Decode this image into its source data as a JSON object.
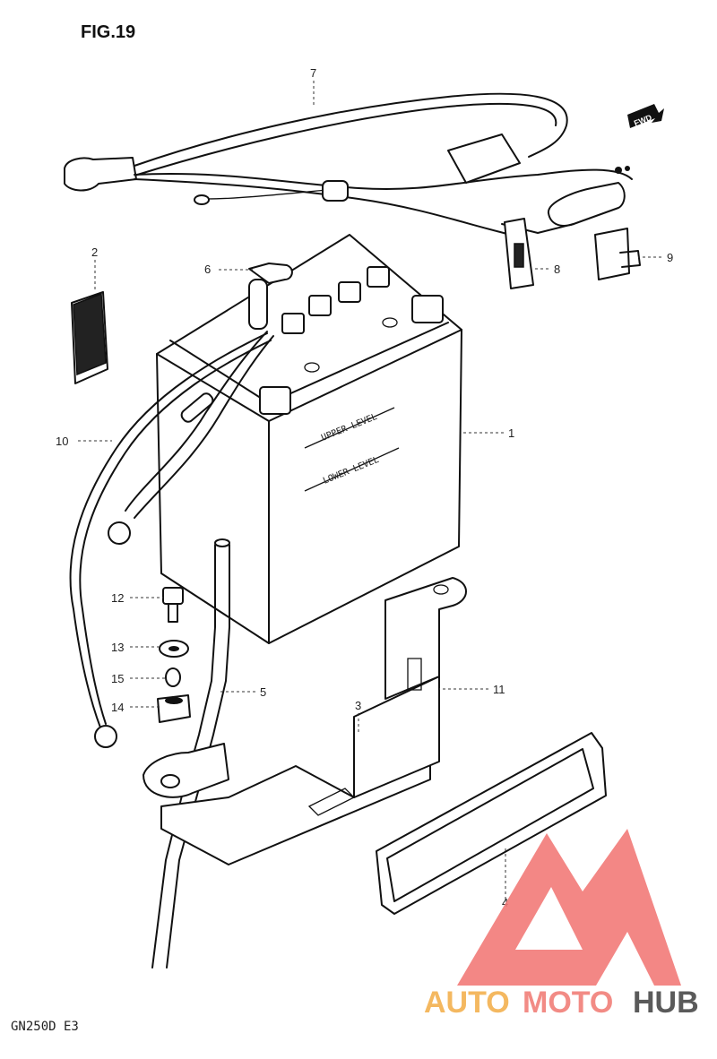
{
  "figure": {
    "title": "FIG.19",
    "model_code": "GN250D E3",
    "forward_arrow_text": "FWD"
  },
  "battery_markings": {
    "upper_level": "UPPER LEVEL",
    "lower_level": "LOWER LEVEL"
  },
  "callouts": [
    {
      "id": "c1",
      "text": "1"
    },
    {
      "id": "c2",
      "text": "2"
    },
    {
      "id": "c3",
      "text": "3"
    },
    {
      "id": "c4",
      "text": "4"
    },
    {
      "id": "c5",
      "text": "5"
    },
    {
      "id": "c6",
      "text": "6"
    },
    {
      "id": "c7",
      "text": "7"
    },
    {
      "id": "c8",
      "text": "8"
    },
    {
      "id": "c9",
      "text": "9"
    },
    {
      "id": "c10",
      "text": "10"
    },
    {
      "id": "c11",
      "text": "11"
    },
    {
      "id": "c12",
      "text": "12"
    },
    {
      "id": "c13",
      "text": "13"
    },
    {
      "id": "c14",
      "text": "14"
    },
    {
      "id": "c15",
      "text": "15"
    }
  ],
  "watermark": {
    "part1": "AUTO",
    "part2": "MOTO",
    "part3": "HUB",
    "colors": {
      "auto": "#f4b860",
      "moto": "#f28b85",
      "hub": "#5a5a5a",
      "logo": "#f27a78"
    }
  }
}
